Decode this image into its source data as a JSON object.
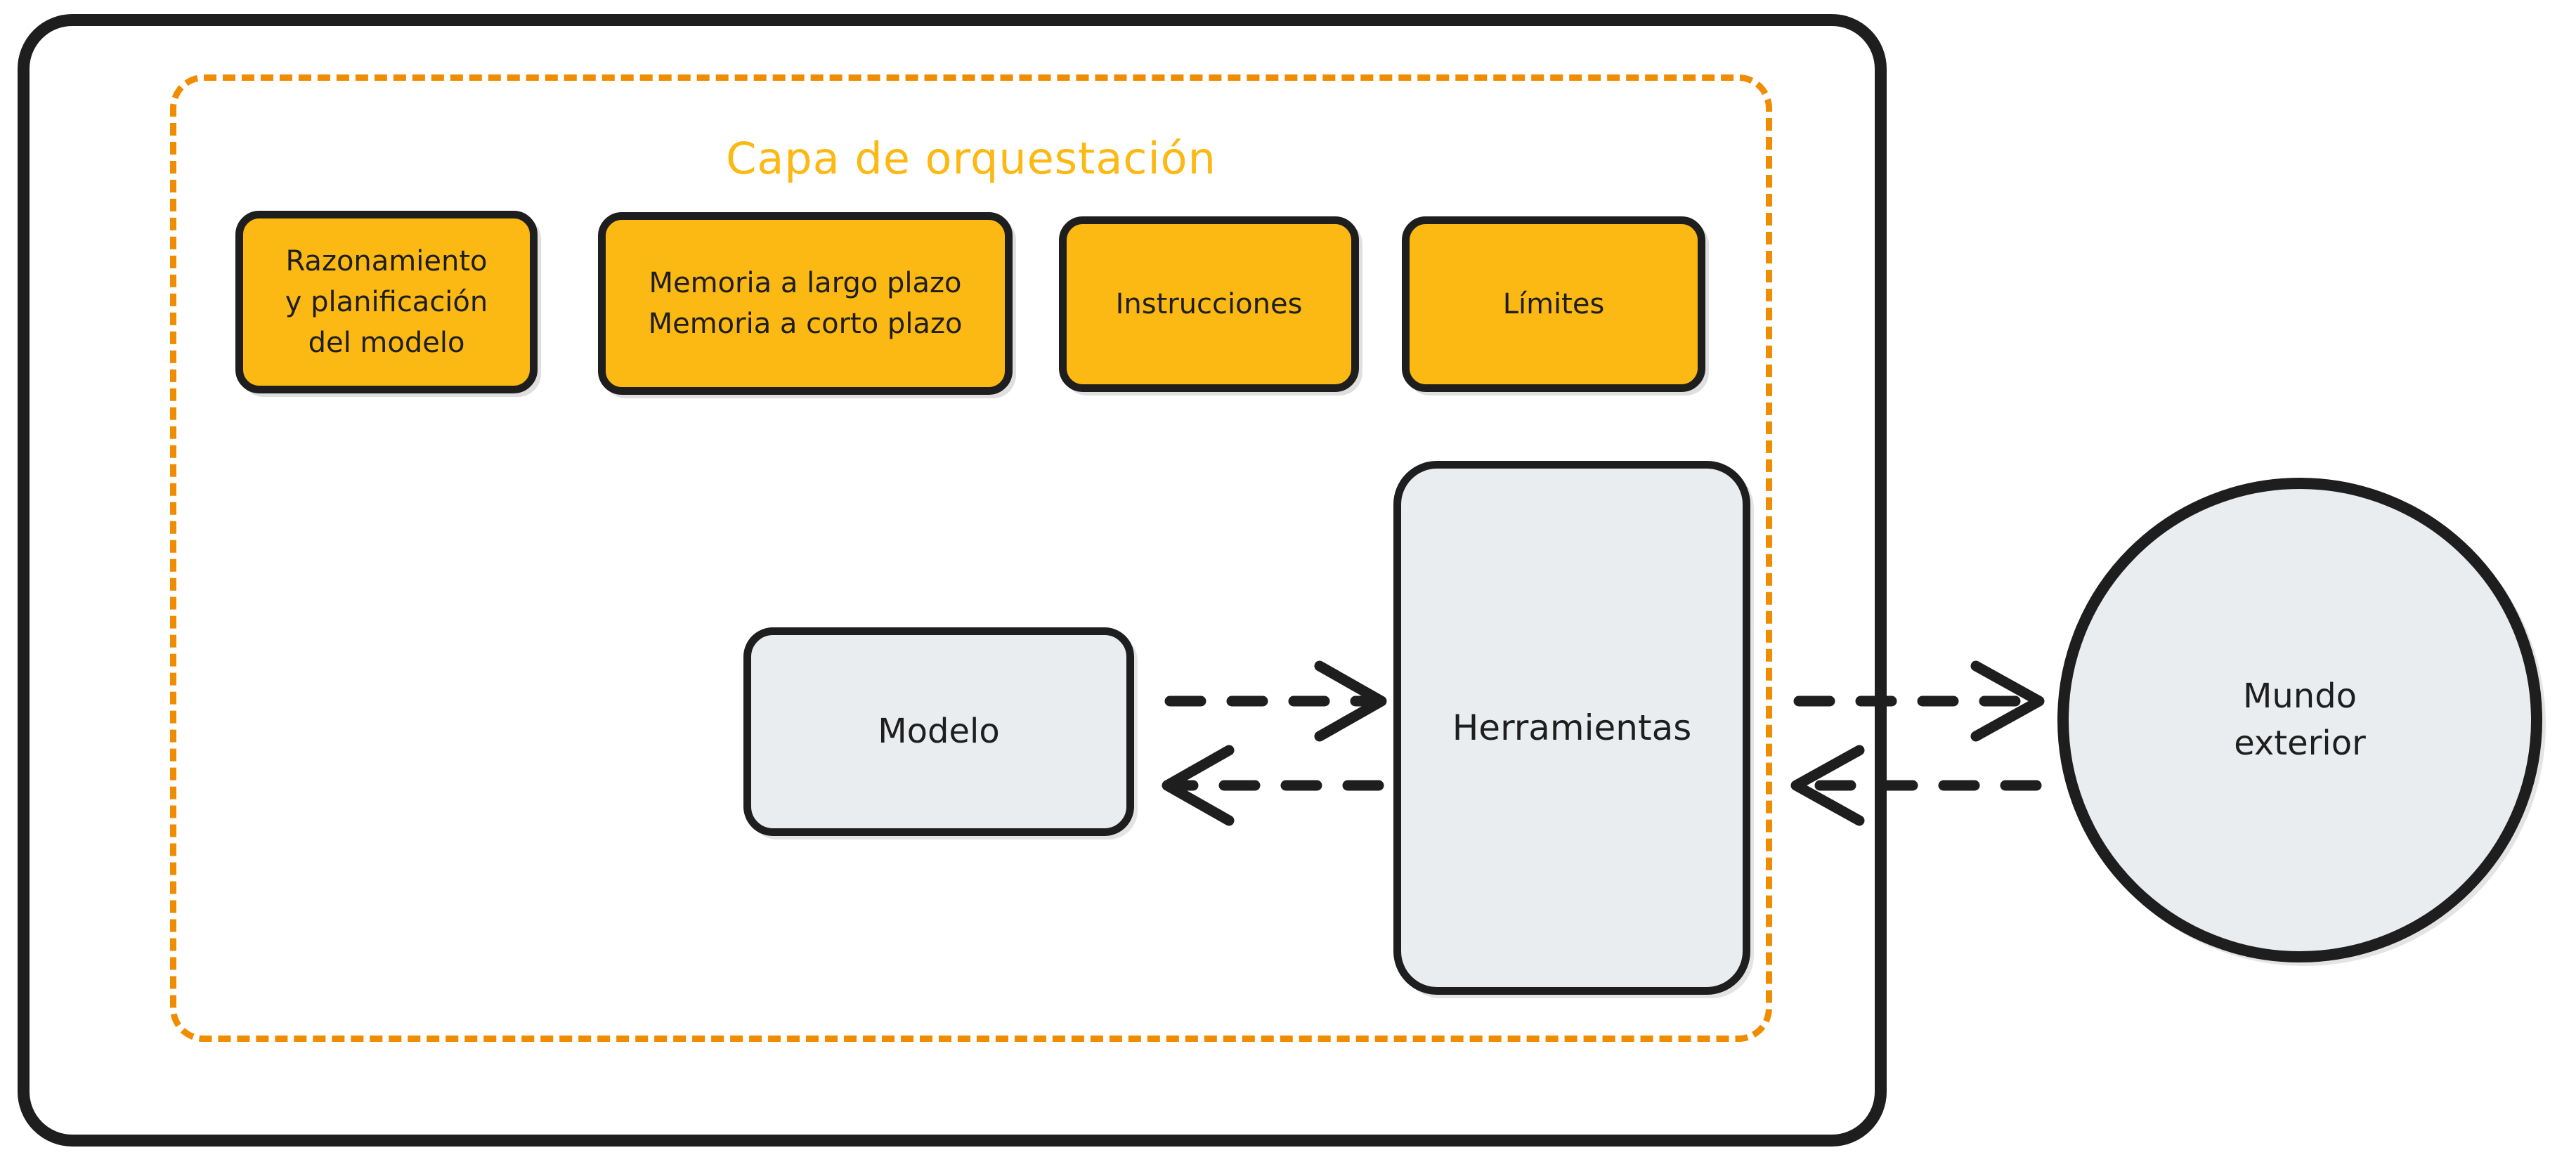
{
  "diagram": {
    "title_visible": "Capa de orquestación",
    "agent_container": {
      "name": "agent-boundary",
      "border_color": "#1e1e1e"
    },
    "orchestration_layer": {
      "label": "Capa de orquestación",
      "border_color": "#f08c00",
      "border_style": "dashed"
    },
    "cards": [
      {
        "id": "reasoning",
        "lines": [
          "Razonamiento",
          "y planificación",
          "del modelo"
        ],
        "fill": "#fcb813"
      },
      {
        "id": "memory",
        "lines": [
          "Memoria a largo plazo",
          "Memoria a corto plazo"
        ],
        "fill": "#fcb813"
      },
      {
        "id": "instructions",
        "lines": [
          "Instrucciones"
        ],
        "fill": "#fcb813"
      },
      {
        "id": "limits",
        "lines": [
          "Límites"
        ],
        "fill": "#fcb813"
      }
    ],
    "nodes": [
      {
        "id": "modelo",
        "label": "Modelo",
        "shape": "rounded-rect",
        "fill": "#e9edef"
      },
      {
        "id": "herramientas",
        "label": "Herramientas",
        "shape": "rounded-rect",
        "fill": "#e9edef"
      },
      {
        "id": "mundo_exterior",
        "lines": [
          "Mundo",
          "exterior"
        ],
        "shape": "circle",
        "fill": "#e9edef"
      }
    ],
    "connections": [
      {
        "id": "modelo-to-herramientas",
        "from": "Modelo",
        "to": "Herramientas",
        "style": "dashed",
        "direction": "right"
      },
      {
        "id": "herramientas-to-modelo",
        "from": "Herramientas",
        "to": "Modelo",
        "style": "dashed",
        "direction": "left"
      },
      {
        "id": "herramientas-to-mundo",
        "from": "Herramientas",
        "to": "Mundo exterior",
        "style": "dashed",
        "direction": "right"
      },
      {
        "id": "mundo-to-herramientas",
        "from": "Mundo exterior",
        "to": "Herramientas",
        "style": "dashed",
        "direction": "left"
      }
    ],
    "colors": {
      "ink": "#1e1e1e",
      "orange_fill": "#fcb813",
      "orange_dash": "#f08c00",
      "gray_fill": "#e9edef",
      "background": "#ffffff"
    }
  }
}
